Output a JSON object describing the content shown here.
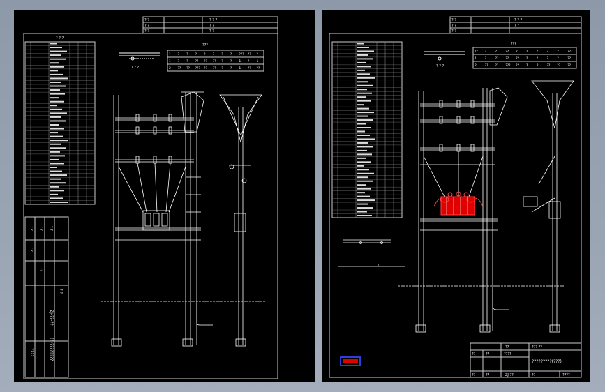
{
  "left_sheet": {
    "parts_table_heading": "? ? ?",
    "title_block_top": [
      "? ?",
      "? ?",
      "? ?"
    ],
    "title_block_top_right": [
      "? ? ?",
      "? ?",
      "? ?"
    ],
    "schedule_title": "???",
    "schedule_headers": [
      "?",
      "?",
      "?",
      "?",
      "?",
      "?",
      "?",
      "?",
      "???",
      "??",
      "?"
    ],
    "schedule_rows": [
      [
        "1",
        "?",
        "?",
        "??",
        "??",
        "??",
        "?",
        "?",
        "1",
        "?",
        "1"
      ],
      [
        "2",
        "??",
        "??",
        "???",
        "??",
        "??",
        "?",
        "?",
        "1",
        "??",
        "??"
      ]
    ],
    "crossarm_caption": "? ? ?",
    "title_block_rows": [
      "? ?",
      "? ?",
      "? ?",
      "? ?",
      "??",
      "? ?"
    ],
    "drawing_number": "ZJ-??-??",
    "scale_text": "(?)????????",
    "sheet_label": "????"
  },
  "right_sheet": {
    "title_block_top": [
      "? ?",
      "? ?",
      "? ?"
    ],
    "title_block_top_right": [
      "? ? ?",
      "? ?"
    ],
    "schedule_title": "???",
    "schedule_headers": [
      "??",
      "?",
      "?",
      "??",
      "?",
      "?",
      "?",
      "?",
      "?",
      "???"
    ],
    "schedule_rows": [
      [
        "1",
        "?",
        "??",
        "??",
        "??",
        "?",
        "?",
        "?",
        "?",
        "??"
      ],
      [
        "2",
        "??",
        "??",
        "???",
        "??",
        "1",
        "2",
        "??",
        "??",
        "??"
      ]
    ],
    "crossarm_caption": "? ? ?",
    "title_block_bottom": {
      "row1": [
        "??",
        "??? ??"
      ],
      "row2": [
        "??",
        "??",
        "????"
      ],
      "drawing_title": "?????????(???)",
      "row3": [
        "??",
        "??",
        "ZJ-??",
        "??",
        "????"
      ]
    }
  },
  "colors": {
    "highlight": "#e00000",
    "selection": "#2f3fd8"
  }
}
